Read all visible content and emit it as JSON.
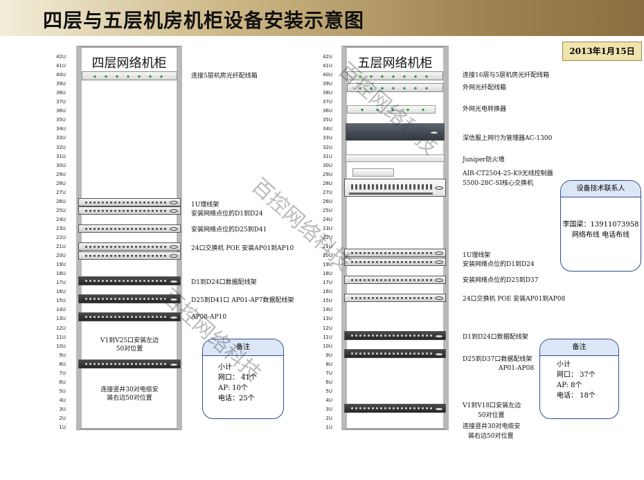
{
  "title": "四层与五层机房机柜设备安装示意图",
  "date": "2013年1月15日",
  "u_labels": [
    "42U",
    "41U",
    "40U",
    "39U",
    "38U",
    "37U",
    "36U",
    "35U",
    "34U",
    "33U",
    "32U",
    "31U",
    "30U",
    "29U",
    "28U",
    "27U",
    "26U",
    "25U",
    "24U",
    "23U",
    "22U",
    "21U",
    "20U",
    "19U",
    "18U",
    "17U",
    "16U",
    "15U",
    "14U",
    "13U",
    "12U",
    "11U",
    "10U",
    "9U",
    "8U",
    "7U",
    "6U",
    "5U",
    "4U",
    "3U",
    "2U",
    "1U"
  ],
  "rack4": {
    "title": "四层网络机柜",
    "annotations": [
      {
        "id": "fiber",
        "text": "连接5层机房光纤配线箱"
      },
      {
        "id": "cable-mgr",
        "text": "1U理线架"
      },
      {
        "id": "d1-d24",
        "text": "安装网络点位的D1到D24"
      },
      {
        "id": "d25-d41",
        "text": "安装网络点位的D25到D41"
      },
      {
        "id": "poe",
        "text": "24口交换机 POE  安装AP01到AP10"
      },
      {
        "id": "patch1",
        "text": "D1到D24口数据配线架"
      },
      {
        "id": "patch2",
        "text": "D25到D41口 AP01-AP7数据配线架"
      },
      {
        "id": "patch3",
        "text": "AP08-AP10"
      }
    ],
    "voice_note_1": "V1到V25口安装左边",
    "voice_note_2": "50对位置",
    "riser_note_1": "连接竖井30对电缆安",
    "riser_note_2": "装右边50对位置",
    "remark": {
      "title": "备注",
      "lines": [
        "小计",
        "网口：  41个",
        "AP:   10个",
        "电话：25个"
      ]
    }
  },
  "rack5": {
    "title": "五层网络机柜",
    "annotations": [
      {
        "id": "fiber16",
        "text": "连接16层与5层机房光纤配线箱"
      },
      {
        "id": "ext-fiber",
        "text": "外网光纤配线箱"
      },
      {
        "id": "media-conv",
        "text": "外网光电转换器"
      },
      {
        "id": "behavior",
        "text": "深信服上网行为管理器AC-1300"
      },
      {
        "id": "firewall",
        "text": "Juniper防火墙"
      },
      {
        "id": "wlc",
        "text": "AIR-CT2504-25-K9无线控制器"
      },
      {
        "id": "core",
        "text": "5500-28C-SI核心交换机"
      },
      {
        "id": "cable-mgr",
        "text": "1U理线架"
      },
      {
        "id": "d1-d24",
        "text": "安装网络点位的D1到D24"
      },
      {
        "id": "d25-d37",
        "text": "安装网络点位的D25到D37"
      },
      {
        "id": "poe",
        "text": "24口交换机 POE  安装AP01到AP08"
      },
      {
        "id": "patch1",
        "text": "D1到D24口数据配线架"
      },
      {
        "id": "patch2",
        "text": "D25到D37口数据配线架"
      },
      {
        "id": "patch3",
        "text": "AP01-AP08"
      },
      {
        "id": "voice1",
        "text": "V1到V18口安装左边"
      },
      {
        "id": "voice2",
        "text": "50对位置"
      },
      {
        "id": "riser1",
        "text": "连接竖井30对电缆安"
      },
      {
        "id": "riser2",
        "text": "装右边50对位置"
      }
    ],
    "remark": {
      "title": "备注",
      "lines": [
        "小计",
        "网口：  37个",
        "AP:    8个",
        "电话：  18个"
      ]
    }
  },
  "contact": {
    "title": "设备技术联系人",
    "name": "李国梁：13911073958",
    "role": "网络布线 电话布线"
  },
  "watermark": "百控网络科技",
  "colors": {
    "remark_border": "#2e4a92",
    "remark_header": "#dbe6f6",
    "date_bg": "#efe4ad"
  }
}
